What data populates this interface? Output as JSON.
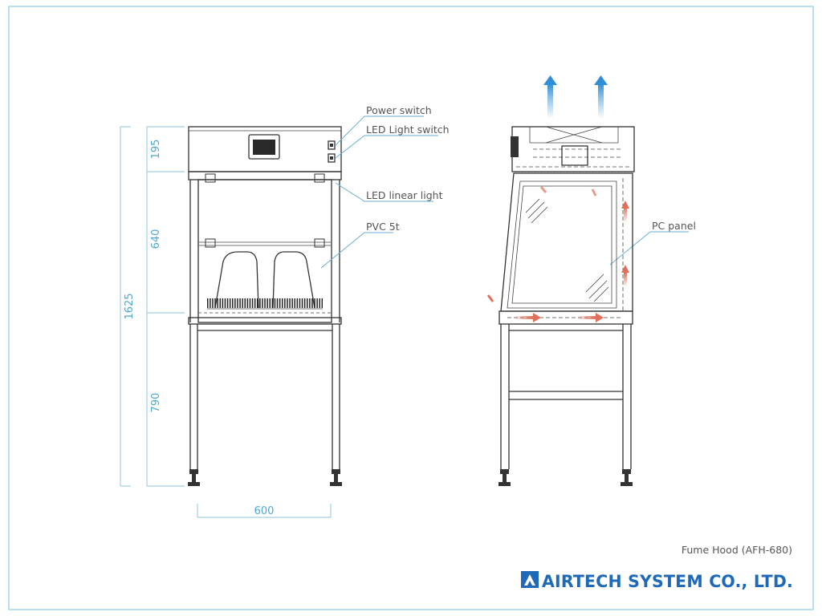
{
  "dimensions": {
    "total_height": "1625",
    "top_section": "195",
    "middle_section": "640",
    "bottom_section": "790",
    "width": "600"
  },
  "labels": {
    "power_switch": "Power switch",
    "led_light_switch": "LED Light switch",
    "led_linear_light": "LED linear light",
    "pvc": "PVC 5t",
    "pc_panel": "PC panel"
  },
  "footer": {
    "model": "Fume Hood (AFH-680)",
    "company": "AIRTECH SYSTEM CO., LTD."
  },
  "colors": {
    "frame": "#8ec8e0",
    "dimension": "#4ea6cf",
    "brand": "#1f6ab8",
    "exhaust_arrow": "#2f8fd6",
    "intake_arrow": "#e0705a"
  }
}
